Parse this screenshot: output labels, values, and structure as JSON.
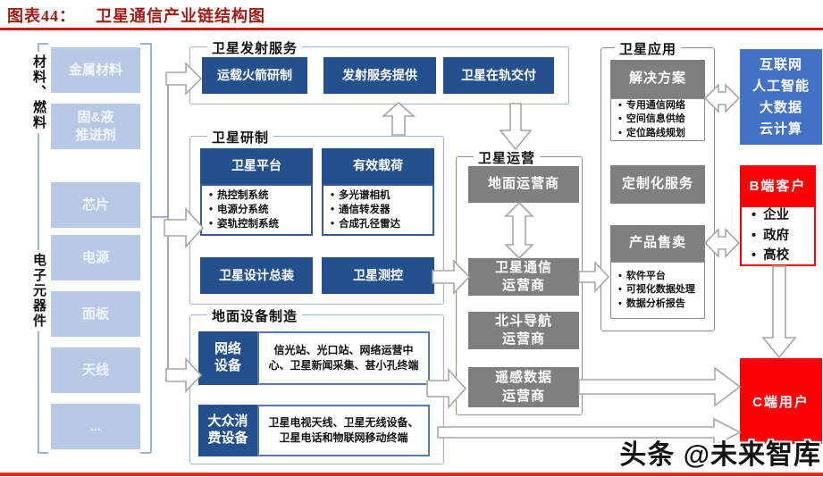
{
  "page": {
    "title_label": "图表44：",
    "title": "卫星通信产业链结构图",
    "watermark": "头条 @未来智库"
  },
  "colors": {
    "dark_blue": "#24518E",
    "light_blue": "#B7C9E4",
    "gray": "#7F7F7F",
    "accent_blue": "#4472C4",
    "red": "#FB0207",
    "title_red": "#9E1C15",
    "group_border_blue": "#9DB4D8",
    "group_border_gray": "#909090"
  },
  "materials": {
    "label_top": "材料、燃料",
    "label_bottom": "电子元器件",
    "items": [
      {
        "label": "金属材料"
      },
      {
        "label": "固&液\n推进剂"
      },
      {
        "label": "芯片"
      },
      {
        "label": "电源"
      },
      {
        "label": "面板"
      },
      {
        "label": "天线"
      },
      {
        "label": "..."
      }
    ]
  },
  "launch": {
    "group_label": "卫星发射服务",
    "items": [
      {
        "label": "运载火箭研制"
      },
      {
        "label": "发射服务提供"
      },
      {
        "label": "卫星在轨交付"
      }
    ]
  },
  "satdev": {
    "group_label": "卫星研制",
    "platform": {
      "title": "卫星平台",
      "bullets": [
        "热控制系统",
        "电源分系统",
        "姿轨控制系统"
      ]
    },
    "payload": {
      "title": "有效载荷",
      "bullets": [
        "多光谱相机",
        "通信转发器",
        "合成孔径雷达"
      ]
    },
    "assembly": "卫星设计总装",
    "ttc": "卫星测控"
  },
  "ground": {
    "group_label": "地面设备制造",
    "network": {
      "title": "网络\n设备",
      "desc": "信光站、光口站、网络运营中心、卫星新闻采集、甚小孔终端"
    },
    "consumer": {
      "title": "大众消\n费设备",
      "desc": "卫星电视天线、卫星无线设备、卫星电话和物联网移动终端"
    }
  },
  "operation": {
    "group_label": "卫星运营",
    "items": [
      {
        "label": "地面运营商"
      },
      {
        "label": "卫星通信\n运营商"
      },
      {
        "label": "北斗导航\n运营商"
      },
      {
        "label": "遥感数据\n运营商"
      }
    ]
  },
  "application": {
    "group_label": "卫星应用",
    "solution": {
      "title": "解决方案",
      "bullets": [
        "专用通信网络",
        "空间信息供给",
        "定位路线规划"
      ]
    },
    "custom": "定制化服务",
    "sales": {
      "title": "产品售卖",
      "bullets": [
        "软件平台",
        "可视化数据处理",
        "数据分析报告"
      ]
    }
  },
  "tech": {
    "label": "互联网\n人工智能\n大数据\n云计算"
  },
  "customers": {
    "b_end": {
      "title": "B端客户",
      "bullets": [
        "企业",
        "政府",
        "高校"
      ]
    },
    "c_end": {
      "title": "C端用户"
    }
  }
}
